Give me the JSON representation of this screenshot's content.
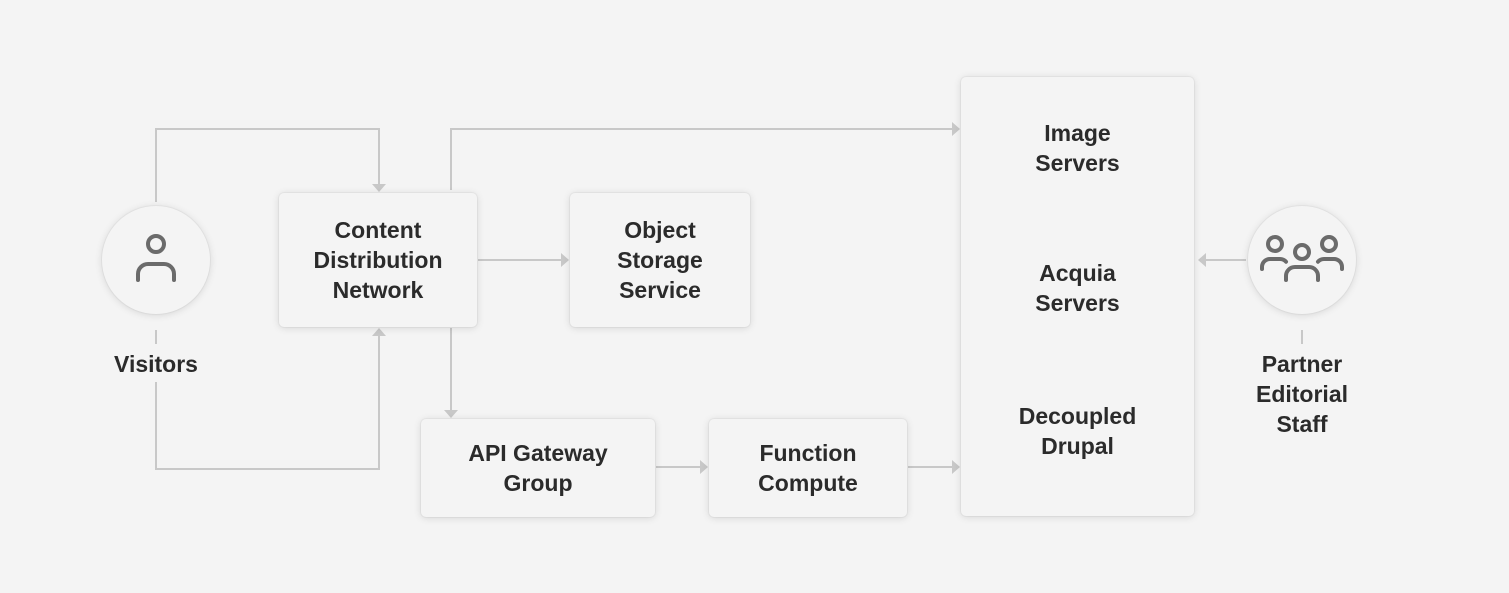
{
  "colors": {
    "background": "#f4f4f4",
    "box_fill": "#f4f4f4",
    "connector": "#c8c8c8",
    "icon": "#6b6b6b",
    "text": "#2b2b2b"
  },
  "actors": {
    "visitors": {
      "label": "Visitors",
      "icon": "person-icon"
    },
    "partner_staff": {
      "label": "Partner\nEditorial\nStaff",
      "icon": "group-icon"
    }
  },
  "nodes": {
    "cdn": "Content\nDistribution\nNetwork",
    "object_storage": "Object\nStorage\nService",
    "api_gateway": "API Gateway\nGroup",
    "function_compute": "Function\nCompute"
  },
  "servers": {
    "image_servers": "Image\nServers",
    "acquia_servers": "Acquia\nServers",
    "decoupled_drupal": "Decoupled\nDrupal"
  }
}
